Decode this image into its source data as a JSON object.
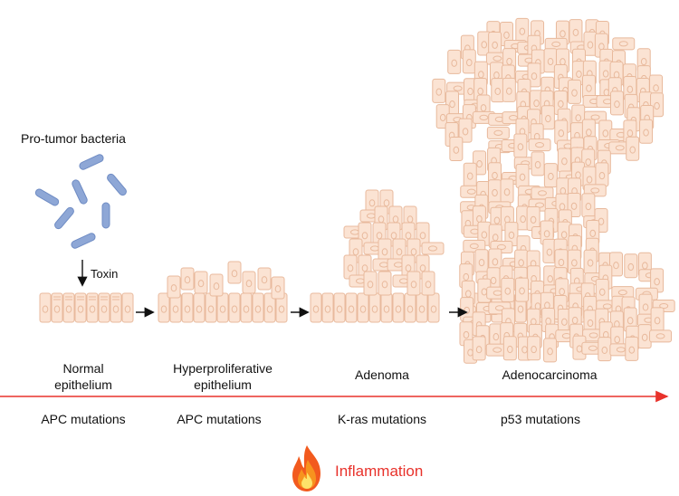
{
  "bacteria": {
    "label": "Pro-tumor bacteria"
  },
  "toxin": {
    "label": "Toxin"
  },
  "stages": [
    {
      "line1": "Normal",
      "line2": "epithelium",
      "mutation": "APC mutations"
    },
    {
      "line1": "Hyperproliferative",
      "line2": "epithelium",
      "mutation": "APC mutations"
    },
    {
      "line1": "Adenoma",
      "line2": "",
      "mutation": "K-ras mutations"
    },
    {
      "line1": "Adenocarcinoma",
      "line2": "",
      "mutation": "p53 mutations"
    }
  ],
  "inflammation": {
    "label": "Inflammation",
    "icon": "flame-icon"
  },
  "colors": {
    "cell_fill": "#fbe3d3",
    "cell_stroke": "#e8b99c",
    "bacteria_fill": "#8ea7d6",
    "bacteria_stroke": "#6f8cc4",
    "timeline": "#e8322b",
    "inflammation_text": "#e8322b"
  }
}
